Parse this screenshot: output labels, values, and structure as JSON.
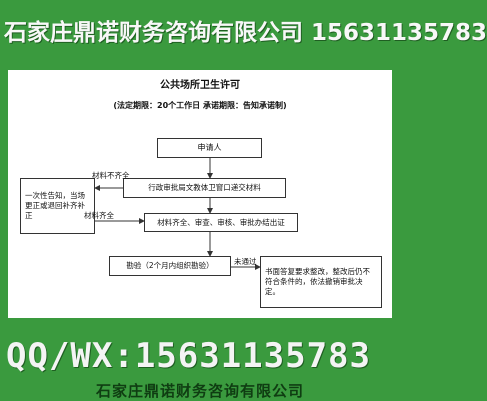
{
  "banner": {
    "text": "石家庄鼎诺财务咨询有限公司 15631135783"
  },
  "flowchart": {
    "title": "公共场所卫生许可",
    "subtitle": "(法定期限：20个工作日  承诺期限：告知承诺制)",
    "nodes": {
      "applicant": "申请人",
      "submit": "行政审批局文教体卫窗口递交材料",
      "notify": "一次性告知，当场更正或退回补齐补正",
      "review": "材料齐全、审查、审核、审批办结出证",
      "inspect": "勘验（2个月内组织勘验）",
      "reject": "书面答复要求整改，整改后仍不符合条件的，依法撤销审批决定。"
    },
    "edge_labels": {
      "incomplete": "材料不齐全",
      "complete": "材料齐全",
      "not_passed": "未通过"
    }
  },
  "contact": {
    "text": "QQ/WX:15631135783"
  },
  "footer": {
    "text": "石家庄鼎诺财务咨询有限公司"
  }
}
